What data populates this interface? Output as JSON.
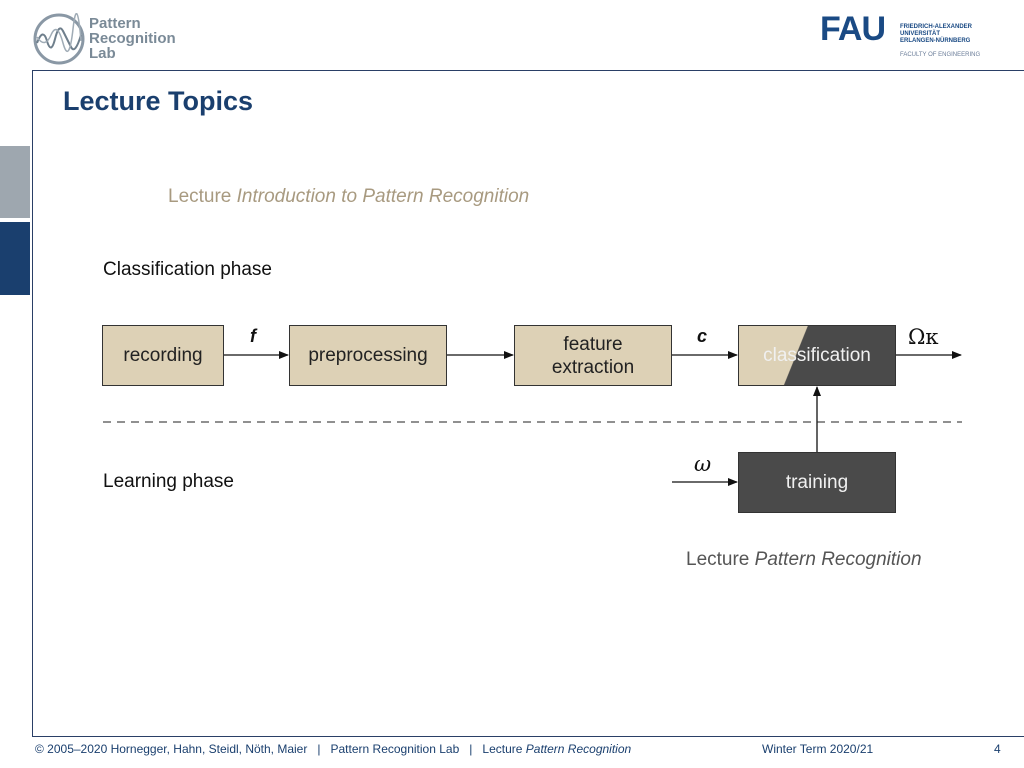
{
  "header": {
    "logo_lines": [
      "Pattern",
      "Recognition",
      "Lab"
    ],
    "fau_mark": "FAU",
    "fau_lines": [
      "FRIEDRICH-ALEXANDER",
      "UNIVERSITÄT",
      "ERLANGEN-NÜRNBERG"
    ],
    "fau_faculty": "FACULTY OF ENGINEERING"
  },
  "slide": {
    "title": "Lecture Topics",
    "lecture_intro_prefix": "Lecture ",
    "lecture_intro_title": "Introduction to Pattern Recognition",
    "classification_phase": "Classification phase",
    "learning_phase": "Learning phase",
    "lecture_pr_prefix": "Lecture ",
    "lecture_pr_title": "Pattern Recognition"
  },
  "diagram": {
    "boxes": {
      "recording": "recording",
      "preprocessing": "preprocessing",
      "feature_line1": "feature",
      "feature_line2": "extraction",
      "classification": "classification",
      "training": "training"
    },
    "symbols": {
      "f": "f",
      "c": "c",
      "omega_kappa": "Ωκ",
      "omega": "ω"
    },
    "colors": {
      "light_box": "#ddd1b6",
      "dark_box": "#4a4a4a"
    }
  },
  "footer": {
    "copyright": "© 2005–2020 Hornegger, Hahn, Steidl, Nöth, Maier",
    "sep1": "|",
    "lab": "Pattern Recognition Lab",
    "sep2": "|",
    "lecture_prefix": "Lecture ",
    "lecture_title": "Pattern Recognition",
    "term": "Winter Term 2020/21",
    "page": "4"
  }
}
